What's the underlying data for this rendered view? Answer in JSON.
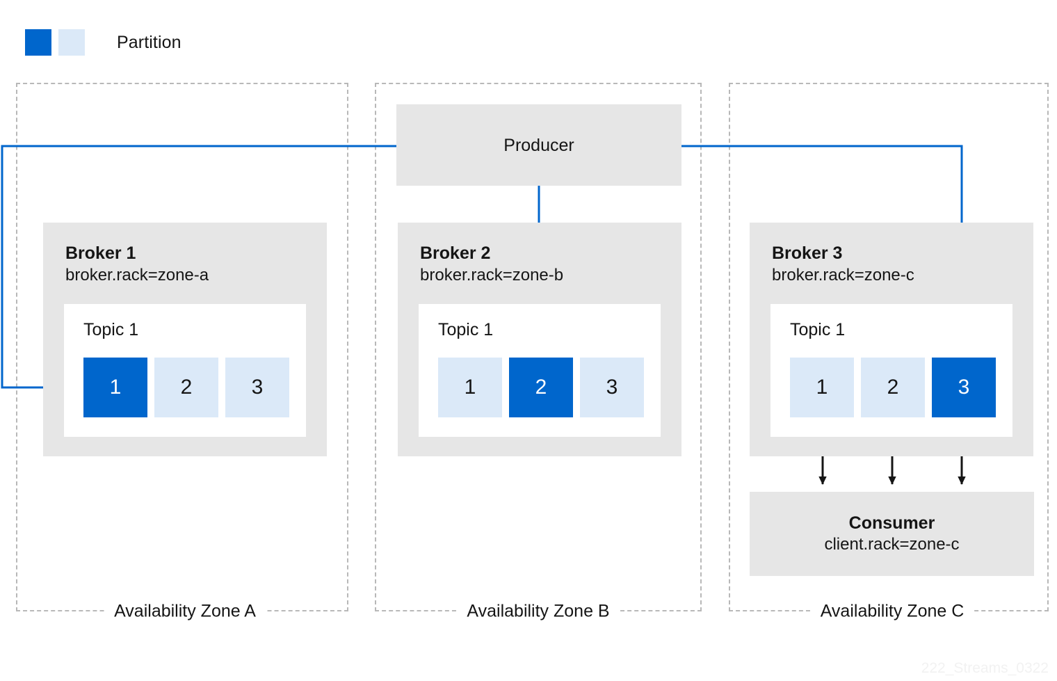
{
  "legend": {
    "swatch_dark_color": "#0066cc",
    "swatch_light_color": "#dbe9f8",
    "label": "Partition"
  },
  "colors": {
    "partition_leader": "#0066cc",
    "partition_follower": "#dbe9f8",
    "box_gray": "#e6e6e6",
    "arrow_blue": "#0066cc",
    "arrow_black": "#151515",
    "zone_border": "#b8b8b8"
  },
  "zones": [
    {
      "label": "Availability Zone A"
    },
    {
      "label": "Availability Zone B"
    },
    {
      "label": "Availability Zone C"
    }
  ],
  "brokers": [
    {
      "title": "Broker 1",
      "subtitle": "broker.rack=zone-a",
      "topic": "Topic 1",
      "partitions": [
        {
          "label": "1",
          "state": "leader"
        },
        {
          "label": "2",
          "state": "follower"
        },
        {
          "label": "3",
          "state": "follower"
        }
      ]
    },
    {
      "title": "Broker 2",
      "subtitle": "broker.rack=zone-b",
      "topic": "Topic 1",
      "partitions": [
        {
          "label": "1",
          "state": "follower"
        },
        {
          "label": "2",
          "state": "leader"
        },
        {
          "label": "3",
          "state": "follower"
        }
      ]
    },
    {
      "title": "Broker 3",
      "subtitle": "broker.rack=zone-c",
      "topic": "Topic 1",
      "partitions": [
        {
          "label": "1",
          "state": "follower"
        },
        {
          "label": "2",
          "state": "follower"
        },
        {
          "label": "3",
          "state": "leader"
        }
      ]
    }
  ],
  "producer": {
    "title": "Producer"
  },
  "consumer": {
    "title": "Consumer",
    "subtitle": "client.rack=zone-c"
  },
  "watermark": "222_Streams_0322"
}
